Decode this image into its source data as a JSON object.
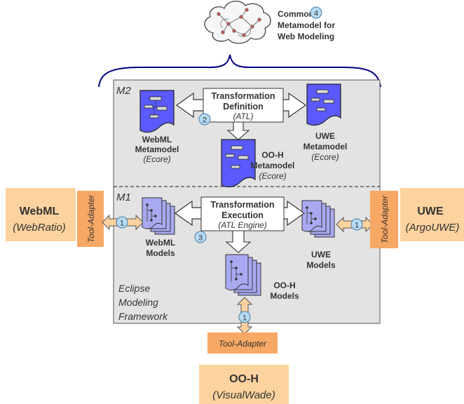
{
  "top": {
    "label_line1": "Common",
    "label_line2": "Metamodel for",
    "label_line3": "Web Modeling",
    "step": "4"
  },
  "m2": {
    "layer_label": "M2",
    "transformation": {
      "line1": "Transformation",
      "line2": "Definition",
      "line3": "(ATL)",
      "step": "2"
    },
    "webml": {
      "line1": "WebML",
      "line2": "Metamodel",
      "line3": "(Ecore)"
    },
    "uwe": {
      "line1": "UWE",
      "line2": "Metamodel",
      "line3": "(Ecore)"
    },
    "ooh": {
      "line1": "OO-H",
      "line2": "Metamodel",
      "line3": "(Ecore)"
    }
  },
  "m1": {
    "layer_label": "M1",
    "transformation": {
      "line1": "Transformation",
      "line2": "Execution",
      "line3": "(ATL Engine)",
      "step": "3"
    },
    "webml": {
      "line1": "WebML",
      "line2": "Models"
    },
    "uwe": {
      "line1": "UWE",
      "line2": "Models"
    },
    "ooh": {
      "line1": "OO-H",
      "line2": "Models"
    },
    "framework": {
      "line1": "Eclipse",
      "line2": "Modeling",
      "line3": "Framework"
    }
  },
  "tools": {
    "adapter_label": "Tool-Adapter",
    "adapter_step": "1",
    "webml": {
      "name": "WebML",
      "tool": "(WebRatio)"
    },
    "uwe": {
      "name": "UWE",
      "tool": "(ArgoUWE)"
    },
    "ooh": {
      "name": "OO-H",
      "tool": "(VisualWade)"
    }
  },
  "colors": {
    "panel": "#e3e3e3",
    "metamodel_fill": "#5a5aff",
    "model_fill": "#a9a9f2",
    "tool_fill": "#fcd29e",
    "adapter_fill": "#f7a864",
    "step_fill": "#b6dbf4"
  }
}
